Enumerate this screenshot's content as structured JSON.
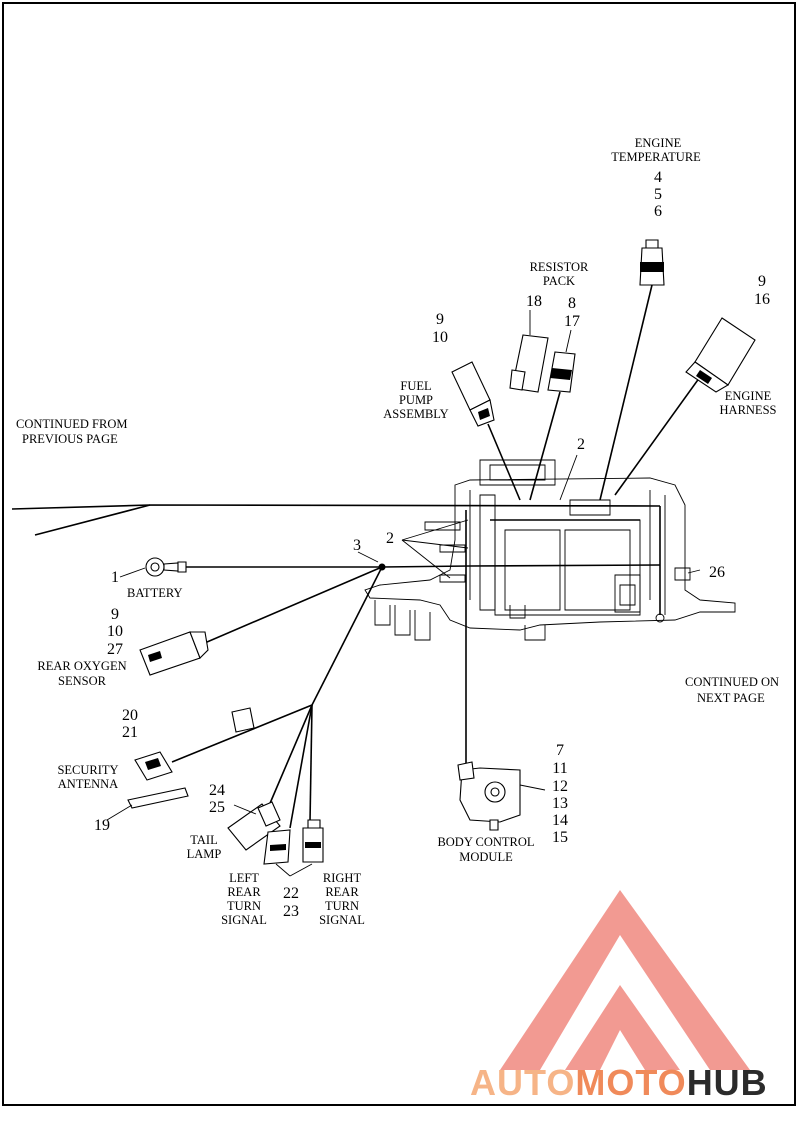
{
  "labels": {
    "continued_from": [
      "CONTINUED FROM",
      "PREVIOUS PAGE"
    ],
    "continued_on": [
      "CONTINUED ON",
      "NEXT PAGE"
    ],
    "engine_temperature": [
      "ENGINE",
      "TEMPERATURE"
    ],
    "resistor_pack": [
      "RESISTOR",
      "PACK"
    ],
    "fuel_pump": [
      "FUEL",
      "PUMP",
      "ASSEMBLY"
    ],
    "engine_harness": [
      "ENGINE",
      "HARNESS"
    ],
    "battery": "BATTERY",
    "rear_oxygen": [
      "REAR OXYGEN",
      "SENSOR"
    ],
    "security_antenna": [
      "SECURITY",
      "ANTENNA"
    ],
    "tail_lamp": [
      "TAIL",
      "LAMP"
    ],
    "left_rear_turn": [
      "LEFT",
      "REAR",
      "TURN",
      "SIGNAL"
    ],
    "right_rear_turn": [
      "RIGHT",
      "REAR",
      "TURN",
      "SIGNAL"
    ],
    "body_control": [
      "BODY CONTROL",
      "MODULE"
    ]
  },
  "callouts": {
    "engine_temp": [
      "4",
      "5",
      "6"
    ],
    "resistor_18": "18",
    "resistor_8_17": [
      "8",
      "17"
    ],
    "fuel_pump": [
      "9",
      "10"
    ],
    "engine_harness": [
      "9",
      "16"
    ],
    "item_2_top": "2",
    "item_2_mid": "2",
    "item_3": "3",
    "item_26": "26",
    "item_1": "1",
    "rear_oxygen": [
      "9",
      "10",
      "27"
    ],
    "security": [
      "20",
      "21"
    ],
    "item_19": "19",
    "tail_lamp": [
      "24",
      "25"
    ],
    "turn_signal": [
      "22",
      "23"
    ],
    "body_control": [
      "7",
      "11",
      "12",
      "13",
      "14",
      "15"
    ]
  },
  "watermark": {
    "part1": "AUTO",
    "part2": "MOTO",
    "part3": "HUB",
    "color_light": "#f6b487",
    "color_mid": "#f08a5a",
    "color_dark": "#2b2b2b",
    "triangle_color": "#f29a92"
  }
}
